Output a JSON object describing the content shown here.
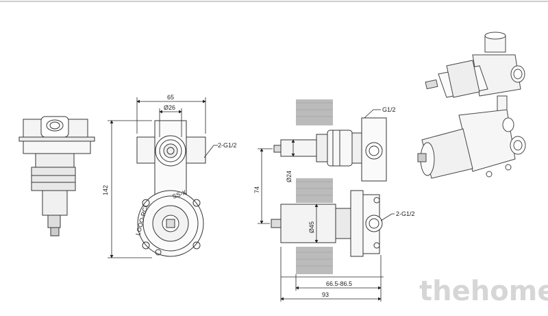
{
  "dimensions": {
    "front_width": "65",
    "inner_diameter": "Ø26",
    "front_height": "142",
    "front_inlets": "2-G1/2",
    "side_top_inlet": "G1/2",
    "side_bottom_inlets": "2-G1/2",
    "spacing": "74",
    "upper_diameter": "Ø24",
    "lower_diameter": "Ø45",
    "depth_range": "66.5-86.5",
    "overall_depth": "93"
  },
  "markings": {
    "brand_stamp": "SS-X",
    "ring_text": "LOOO-RCI"
  },
  "watermark": "thehome"
}
